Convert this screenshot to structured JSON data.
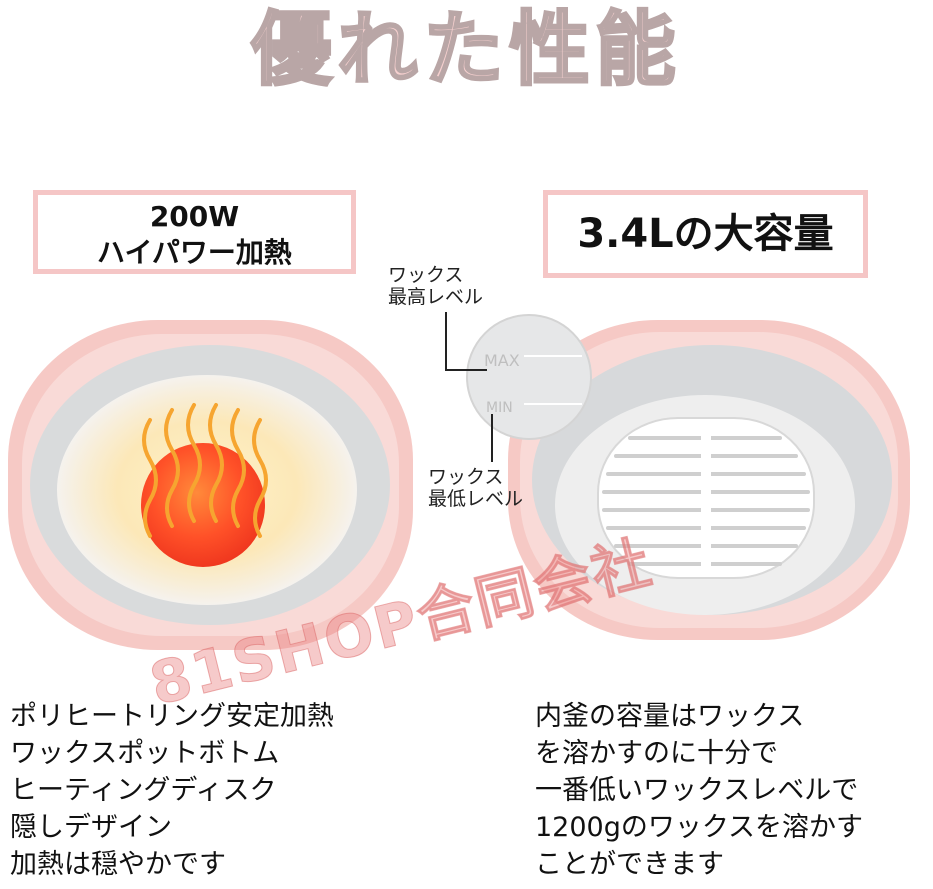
{
  "header": {
    "title": "優れた性能"
  },
  "left_panel": {
    "badge_line1": "200W",
    "badge_line2": "ハイパワー加熱",
    "description": [
      "ポリヒートリング安定加熱",
      "ワックスポットボトム",
      "ヒーティングディスク",
      "隠しデザイン",
      "加熱は穏やかです"
    ]
  },
  "right_panel": {
    "badge": "3.4Lの大容量",
    "description": [
      "内釜の容量はワックス",
      "を溶かすのに十分で",
      "一番低いワックスレベルで",
      "1200gのワックスを溶かす",
      "ことができます"
    ]
  },
  "level_detail": {
    "max_label_line1": "ワックス",
    "max_label_line2": "最高レベル",
    "min_label_line1": "ワックス",
    "min_label_line2": "最低レベル",
    "max_mark": "MAX",
    "min_mark": "MIN"
  },
  "watermark": "81SHOP合同会社",
  "colors": {
    "title_fill": "#f6d0cf",
    "badge_border": "#f5c6c6",
    "device_shell": "#f6c9c5",
    "heater": "#ff5a2c"
  }
}
